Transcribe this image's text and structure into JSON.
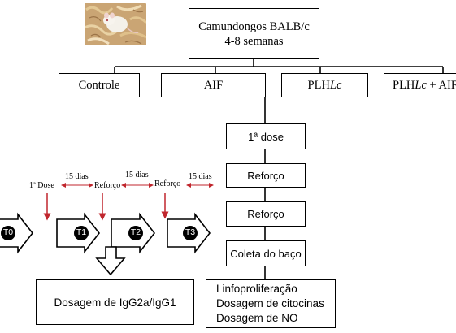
{
  "photo": {
    "icon": "mouse-photo"
  },
  "top_box": {
    "line1": "Camundongos BALB/c",
    "line2": "4-8 semanas"
  },
  "groups": [
    {
      "label": "Controle",
      "suffix": ""
    },
    {
      "label": "AIF",
      "suffix": ""
    },
    {
      "label": "PLH",
      "italic": "Lc",
      "suffix": ""
    },
    {
      "label": "PLH",
      "italic": "Lc",
      "suffix": " + AIF"
    }
  ],
  "steps": {
    "dose1": "1ª dose",
    "reforco1": "Reforço",
    "reforco2": "Reforço",
    "coleta": "Coleta do baço"
  },
  "results": {
    "left": "Dosagem de IgG2a/IgG1",
    "right_line1": "Linfoproliferação",
    "right_line2": "Dosagem de citocinas",
    "right_line3": "Dosagem de NO"
  },
  "timeline": {
    "labels": [
      "1ª Dose",
      "Reforço",
      "Reforço"
    ],
    "interval_labels": [
      "15 dias",
      "15 dias",
      "15 dias"
    ],
    "timepoints": [
      "T0",
      "T1",
      "T2",
      "T3"
    ]
  },
  "colors": {
    "arrow_red": "#c0262d",
    "black": "#000000"
  }
}
